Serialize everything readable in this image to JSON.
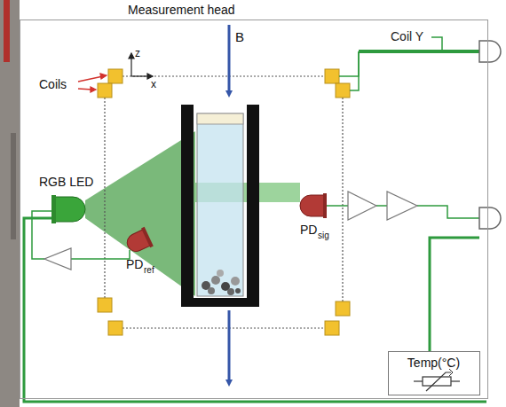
{
  "diagram": {
    "nodes": [
      {
        "text": [
          "Measurement head"
        ]
      },
      {
        "text": [
          "Temp(°C)"
        ],
        "in": 0
      }
    ],
    "labels": [
      "Coils",
      "Coil Y",
      "z",
      "x",
      "B",
      "RGB LED",
      "PD",
      "ref",
      "PD",
      "sig"
    ]
  }
}
